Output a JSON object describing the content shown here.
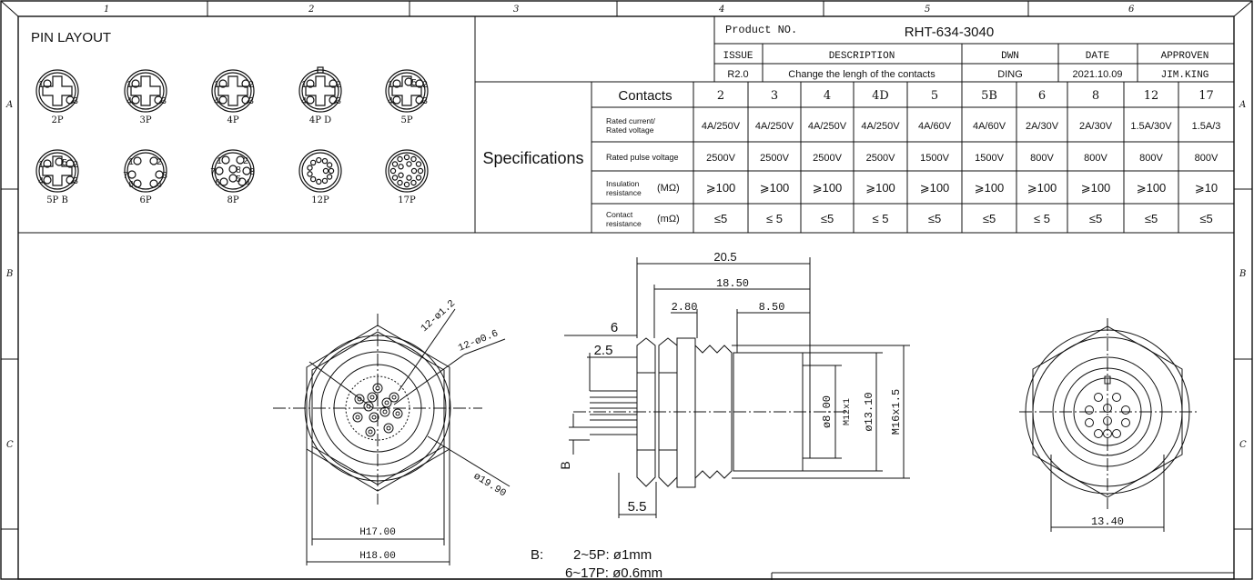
{
  "frame": {
    "col_markers": [
      "1",
      "2",
      "3",
      "4",
      "5",
      "6"
    ],
    "row_markers": [
      "A",
      "B",
      "C"
    ]
  },
  "pin_layout": {
    "title": "PIN LAYOUT",
    "connectors": [
      {
        "label": "2P",
        "pins": [
          "1",
          "3"
        ]
      },
      {
        "label": "3P",
        "pins": [
          "1",
          "4",
          "3"
        ]
      },
      {
        "label": "4P",
        "pins": [
          "1",
          "2",
          "4",
          "3"
        ]
      },
      {
        "label": "4P  D",
        "pins": [
          "1",
          "2",
          "4",
          "3"
        ]
      },
      {
        "label": "5P",
        "pins": [
          "1",
          "5",
          "2",
          "4",
          "3"
        ]
      },
      {
        "label": "5P  B",
        "pins": [
          "1",
          "5",
          "2",
          "4",
          "3"
        ]
      },
      {
        "label": "6P",
        "pins": [
          "1",
          "2",
          "3",
          "4",
          "6",
          "7"
        ]
      },
      {
        "label": "8P",
        "pins": [
          "1",
          "2",
          "3",
          "4",
          "5",
          "6",
          "7",
          "8"
        ]
      },
      {
        "label": "12P",
        "pins": []
      },
      {
        "label": "17P",
        "pins": []
      }
    ]
  },
  "title_block": {
    "product_label": "Product NO.",
    "product_no": "RHT-634-3040",
    "headers": [
      "ISSUE",
      "DESCRIPTION",
      "DWN",
      "DATE",
      "APPROVEN"
    ],
    "row": [
      "R2.0",
      "Change the lengh of the contacts",
      "DING",
      "2021.10.09",
      "JIM.KING"
    ]
  },
  "specifications": {
    "label": "Specifications",
    "contacts_label": "Contacts",
    "contacts": [
      "2",
      "3",
      "4",
      "4D",
      "5",
      "5B",
      "6",
      "8",
      "12",
      "17"
    ],
    "rows": [
      {
        "label": "Rated current/\nRated voltage",
        "unit": "",
        "values": [
          "4A/250V",
          "4A/250V",
          "4A/250V",
          "4A/250V",
          "4A/60V",
          "4A/60V",
          "2A/30V",
          "2A/30V",
          "1.5A/30V",
          "1.5A/3"
        ]
      },
      {
        "label": "Rated pulse voltage",
        "unit": "",
        "values": [
          "2500V",
          "2500V",
          "2500V",
          "2500V",
          "1500V",
          "1500V",
          "800V",
          "800V",
          "800V",
          "800V"
        ]
      },
      {
        "label": "Insulation\nresistance",
        "unit": "(MΩ)",
        "values": [
          "⩾100",
          "⩾100",
          "⩾100",
          "⩾100",
          "⩾100",
          "⩾100",
          "⩾100",
          "⩾100",
          "⩾100",
          "⩾10"
        ]
      },
      {
        "label": "Contact\nresistance",
        "unit": "(mΩ)",
        "values": [
          "≤5",
          "≤ 5",
          "≤5",
          "≤ 5",
          "≤5",
          "≤5",
          "≤ 5",
          "≤5",
          "≤5",
          "≤5"
        ]
      }
    ]
  },
  "front_view": {
    "dim_pin_dia": "12-ø1.2",
    "dim_hole_dia": "12-ø0.6",
    "dim_outer_dia": "ø19.90",
    "dim_hex1": "H17.00",
    "dim_hex2": "H18.00"
  },
  "side_view": {
    "dims": {
      "d205": "20.5",
      "d1850": "18.50",
      "d280": "2.80",
      "d850": "8.50",
      "d6": "6",
      "d25": "2.5",
      "d55": "5.5",
      "dB": "B",
      "d800": "ø8.00",
      "dm12": "M12x1",
      "d1310": "ø13.10",
      "dm16": "M16x1.5"
    }
  },
  "back_view": {
    "dim_width": "13.40"
  },
  "b_note": {
    "label": "B:",
    "lines": [
      "2~5P:  ø1mm",
      "6~17P:  ø0.6mm"
    ]
  }
}
